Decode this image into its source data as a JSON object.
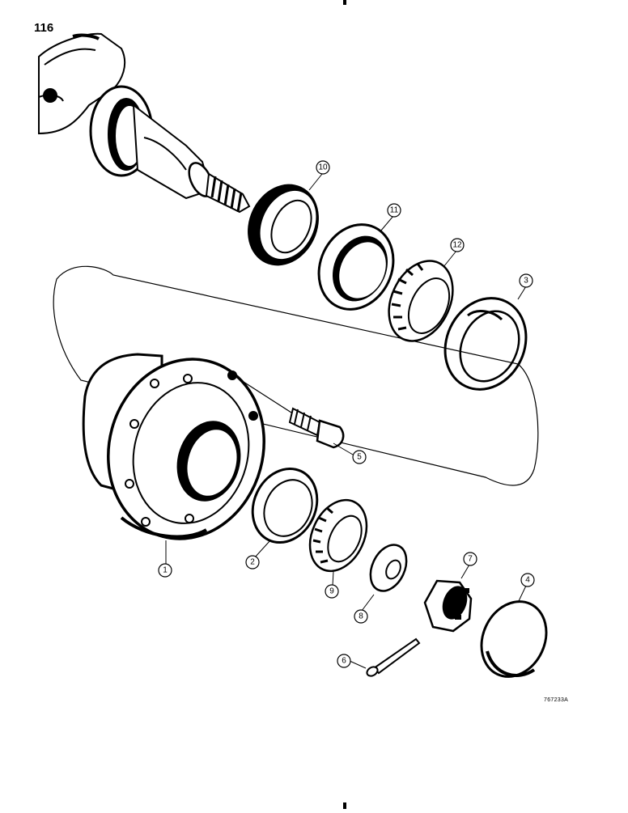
{
  "page_number": "116",
  "figure_code": "767233A",
  "callouts": [
    {
      "id": "1",
      "label": "1"
    },
    {
      "id": "2",
      "label": "2"
    },
    {
      "id": "3",
      "label": "3"
    },
    {
      "id": "4",
      "label": "4"
    },
    {
      "id": "5",
      "label": "5"
    },
    {
      "id": "6",
      "label": "6"
    },
    {
      "id": "7",
      "label": "7"
    },
    {
      "id": "8",
      "label": "8"
    },
    {
      "id": "9",
      "label": "9"
    },
    {
      "id": "10",
      "label": "10"
    },
    {
      "id": "11",
      "label": "11"
    },
    {
      "id": "12",
      "label": "12"
    }
  ]
}
